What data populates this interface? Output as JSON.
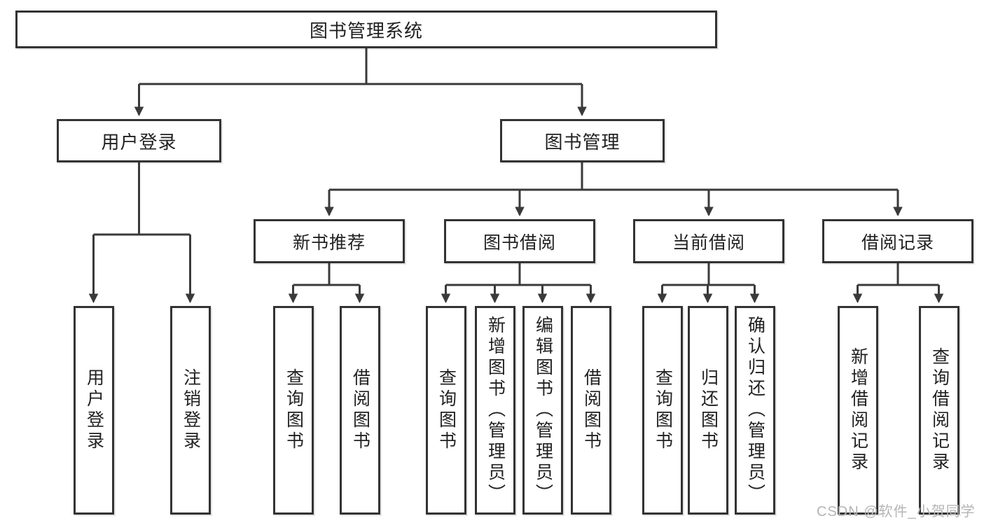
{
  "tree": {
    "root": "图书管理系统",
    "children": [
      {
        "label": "用户登录",
        "children": [
          "用户登录",
          "注销登录"
        ]
      },
      {
        "label": "图书管理",
        "children": [
          {
            "label": "新书推荐",
            "children": [
              "查询图书",
              "借阅图书"
            ]
          },
          {
            "label": "图书借阅",
            "children": [
              "查询图书",
              "新增图书（管理员）",
              "编辑图书（管理员）",
              "借阅图书"
            ]
          },
          {
            "label": "当前借阅",
            "children": [
              "查询图书",
              "归还图书",
              "确认归还（管理员）"
            ]
          },
          {
            "label": "借阅记录",
            "children": [
              "新增借阅记录",
              "查询借阅记录"
            ]
          }
        ]
      }
    ]
  },
  "watermark": {
    "text": "CSDN @软件_小贺同学",
    "color": "#b5b5b5"
  },
  "colors": {
    "background": "#ffffff",
    "box_border": "#333333",
    "connector": "#3a3a3a",
    "text": "#212121"
  }
}
